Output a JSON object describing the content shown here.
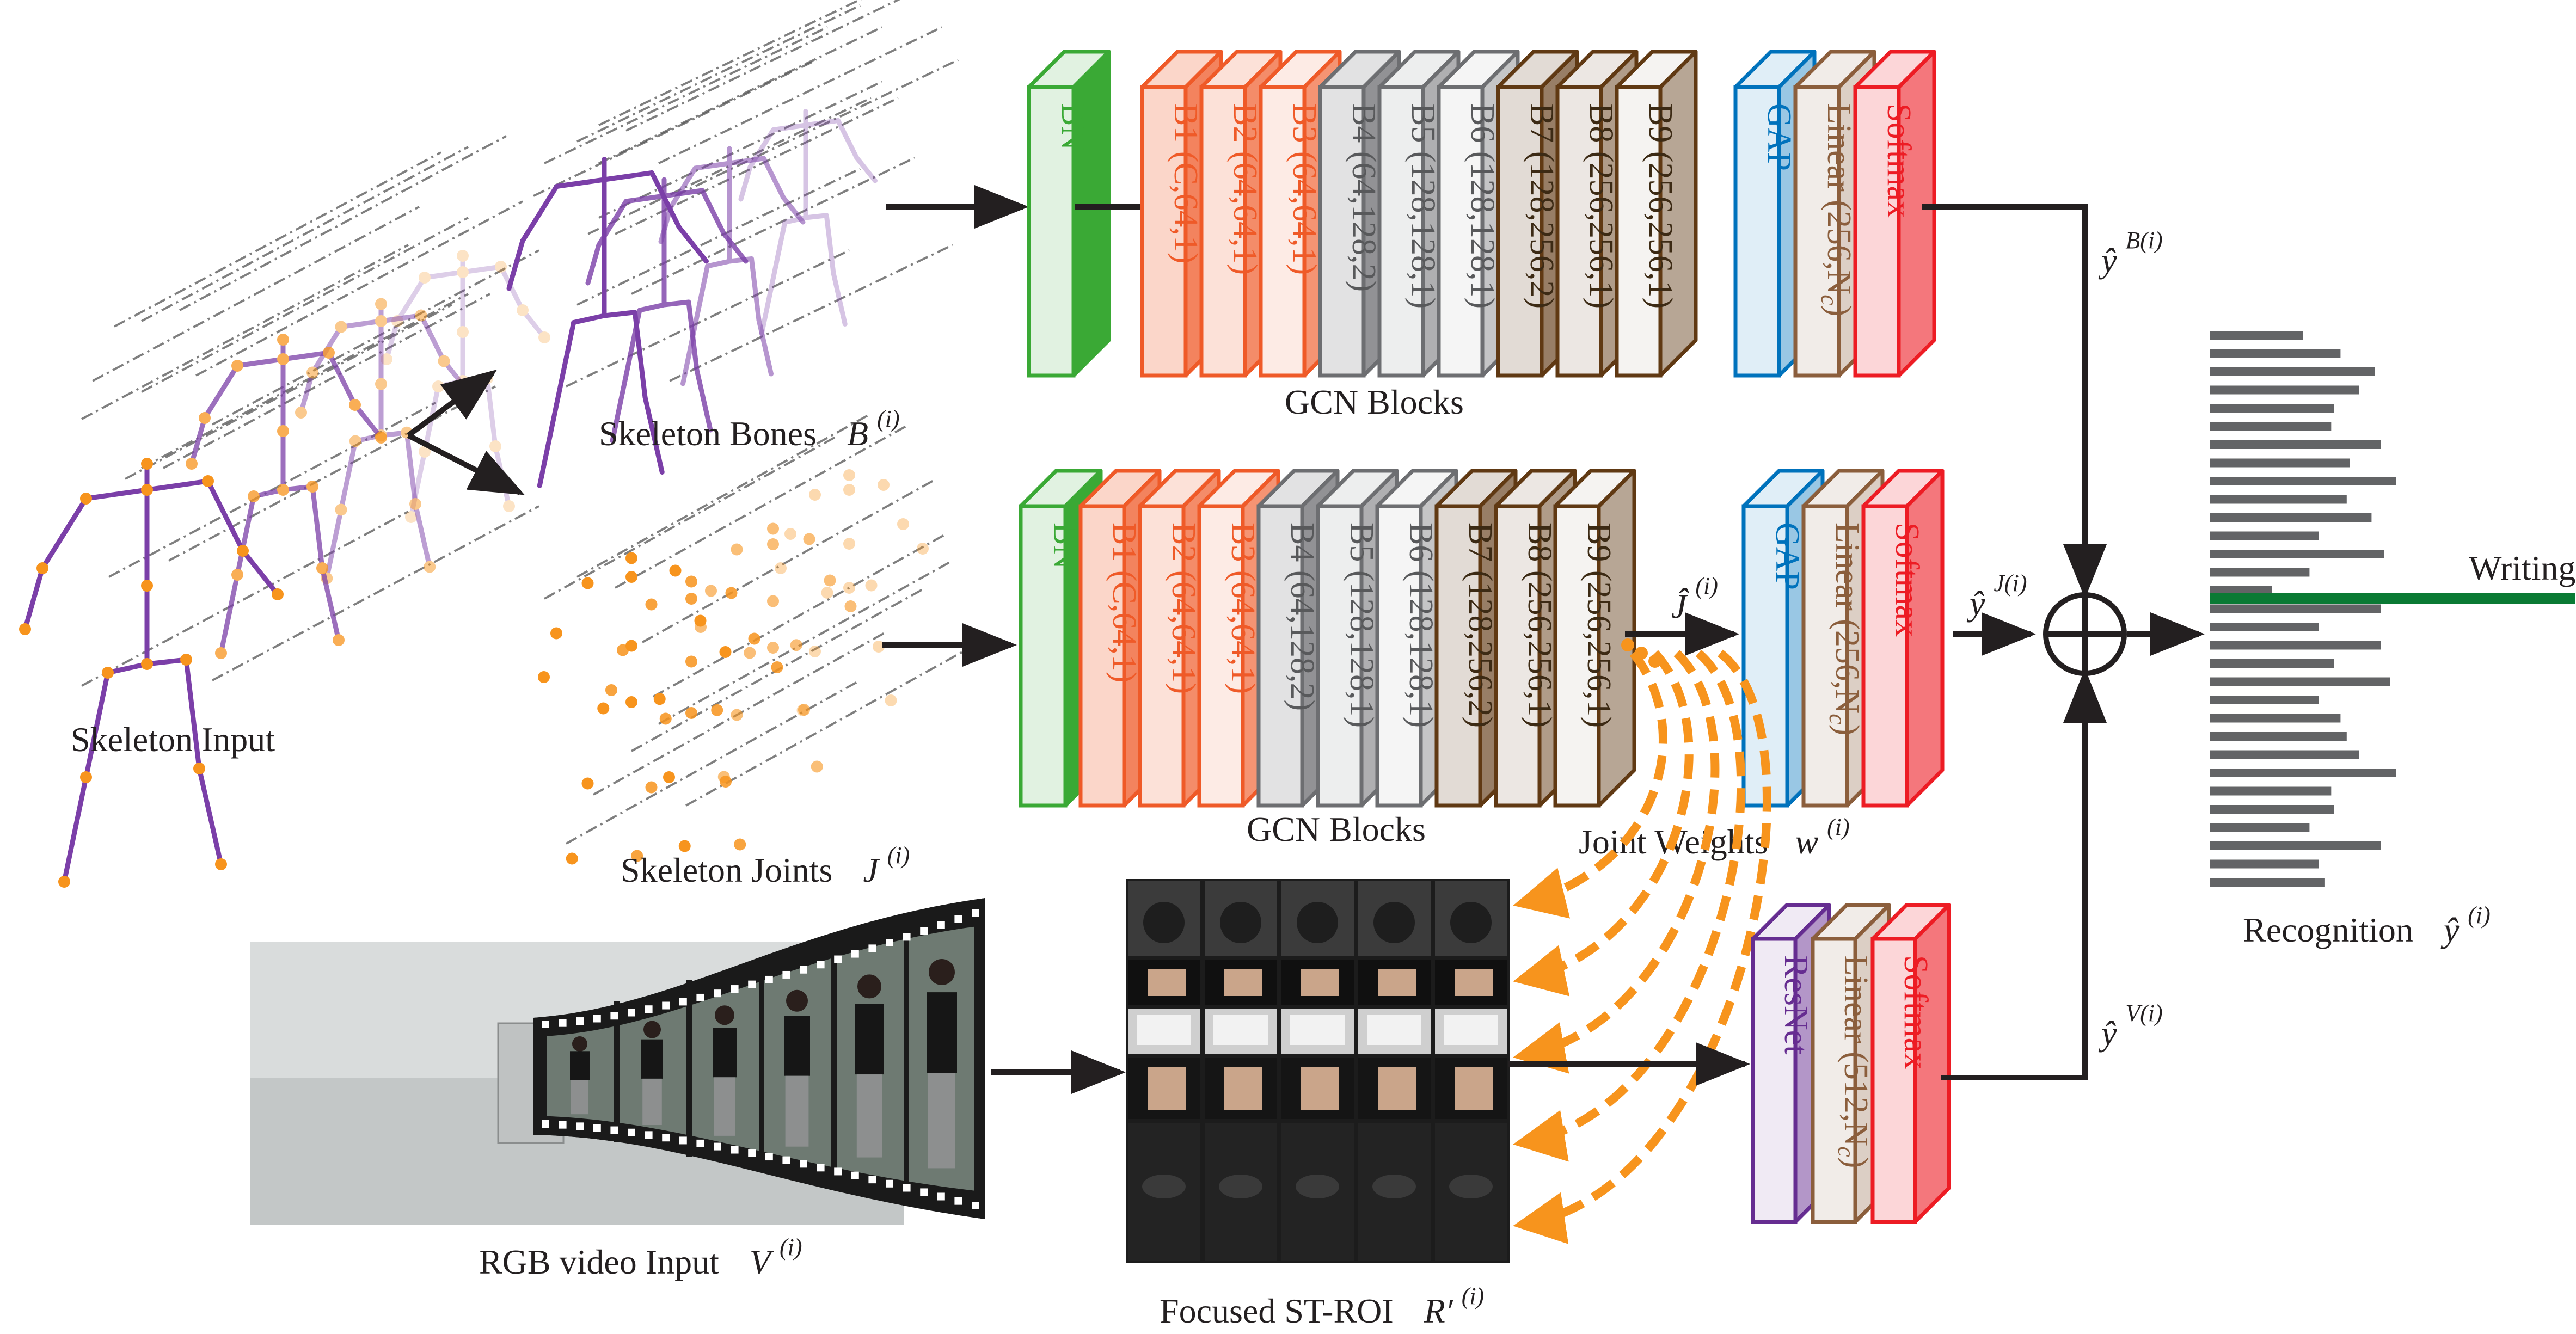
{
  "colors": {
    "bn": "#3aa935",
    "b_orange": "#ef5a28",
    "b_gray": "#6d6e71",
    "b_brown": "#603913",
    "gap": "#0072bc",
    "linear": "#8b5e3c",
    "softmax": "#ed1c24",
    "resnet": "#662d91",
    "bone": "#7b3fa8",
    "joint": "#f7941d",
    "writing": "#0a7a34",
    "bar": "#636466"
  },
  "skeleton_input": {
    "label": "Skeleton Input"
  },
  "skeleton_bones": {
    "label": "Skeleton Bones",
    "symbol": "B",
    "sup": "(i)"
  },
  "skeleton_joints": {
    "label": "Skeleton Joints",
    "symbol": "J",
    "sup": "(i)"
  },
  "rgb_input": {
    "label": "RGB video Input",
    "symbol": "V",
    "sup": "(i)"
  },
  "focused_roi": {
    "label": "Focused ST-ROI",
    "symbol": "R′",
    "sup": "(i)"
  },
  "joint_weights": {
    "label": "Joint Weights",
    "symbol": "w",
    "sup": "(i)"
  },
  "recognition": {
    "label": "Recognition",
    "symbol": "ŷ",
    "sup": "(i)"
  },
  "bone_stream": {
    "gcn_label": "GCN Blocks",
    "bn": "BN",
    "blocks": [
      "B1 (C,64,1)",
      "B2 (64,64,1)",
      "B3 (64,64,1)",
      "B4 (64,128,2)",
      "B5 (128,128,1)",
      "B6 (128,128,1)",
      "B7 (128,256,2)",
      "B8 (256,256,1)",
      "B9 (256,256,1)"
    ],
    "gap": "GAP",
    "linear": "Linear (256,N",
    "linear_sub": "c",
    "softmax": "Softmax",
    "out_symbol": "ŷ",
    "out_sup": "B(i)"
  },
  "joint_stream": {
    "gcn_label": "GCN Blocks",
    "bn": "BN",
    "blocks": [
      "B1 (C,64,1)",
      "B2 (64,64,1)",
      "B3 (64,64,1)",
      "B4 (64,128,2)",
      "B5 (128,128,1)",
      "B6 (128,128,1)",
      "B7 (128,256,2)",
      "B8 (256,256,1)",
      "B9 (256,256,1)"
    ],
    "gap": "GAP",
    "linear": "Linear (256,N",
    "linear_sub": "c",
    "softmax": "Softmax",
    "feat_symbol": "Ĵ",
    "feat_sup": "(i)",
    "out_symbol": "ŷ",
    "out_sup": "J(i)"
  },
  "video_stream": {
    "resnet": "ResNet",
    "linear": "Linear (512,N",
    "linear_sub": "c",
    "softmax": "Softmax",
    "out_symbol": "ŷ",
    "out_sup": "V(i)"
  },
  "output": {
    "class_label": "Writing",
    "bar_values": [
      0.3,
      0.42,
      0.53,
      0.48,
      0.4,
      0.39,
      0.55,
      0.45,
      0.6,
      0.44,
      0.52,
      0.35,
      0.56,
      0.32,
      0.2,
      0.55,
      0.35,
      0.55,
      0.4,
      0.58,
      0.35,
      0.42,
      0.44,
      0.48,
      0.6,
      0.39,
      0.4,
      0.32,
      0.55,
      0.35,
      0.37
    ]
  }
}
